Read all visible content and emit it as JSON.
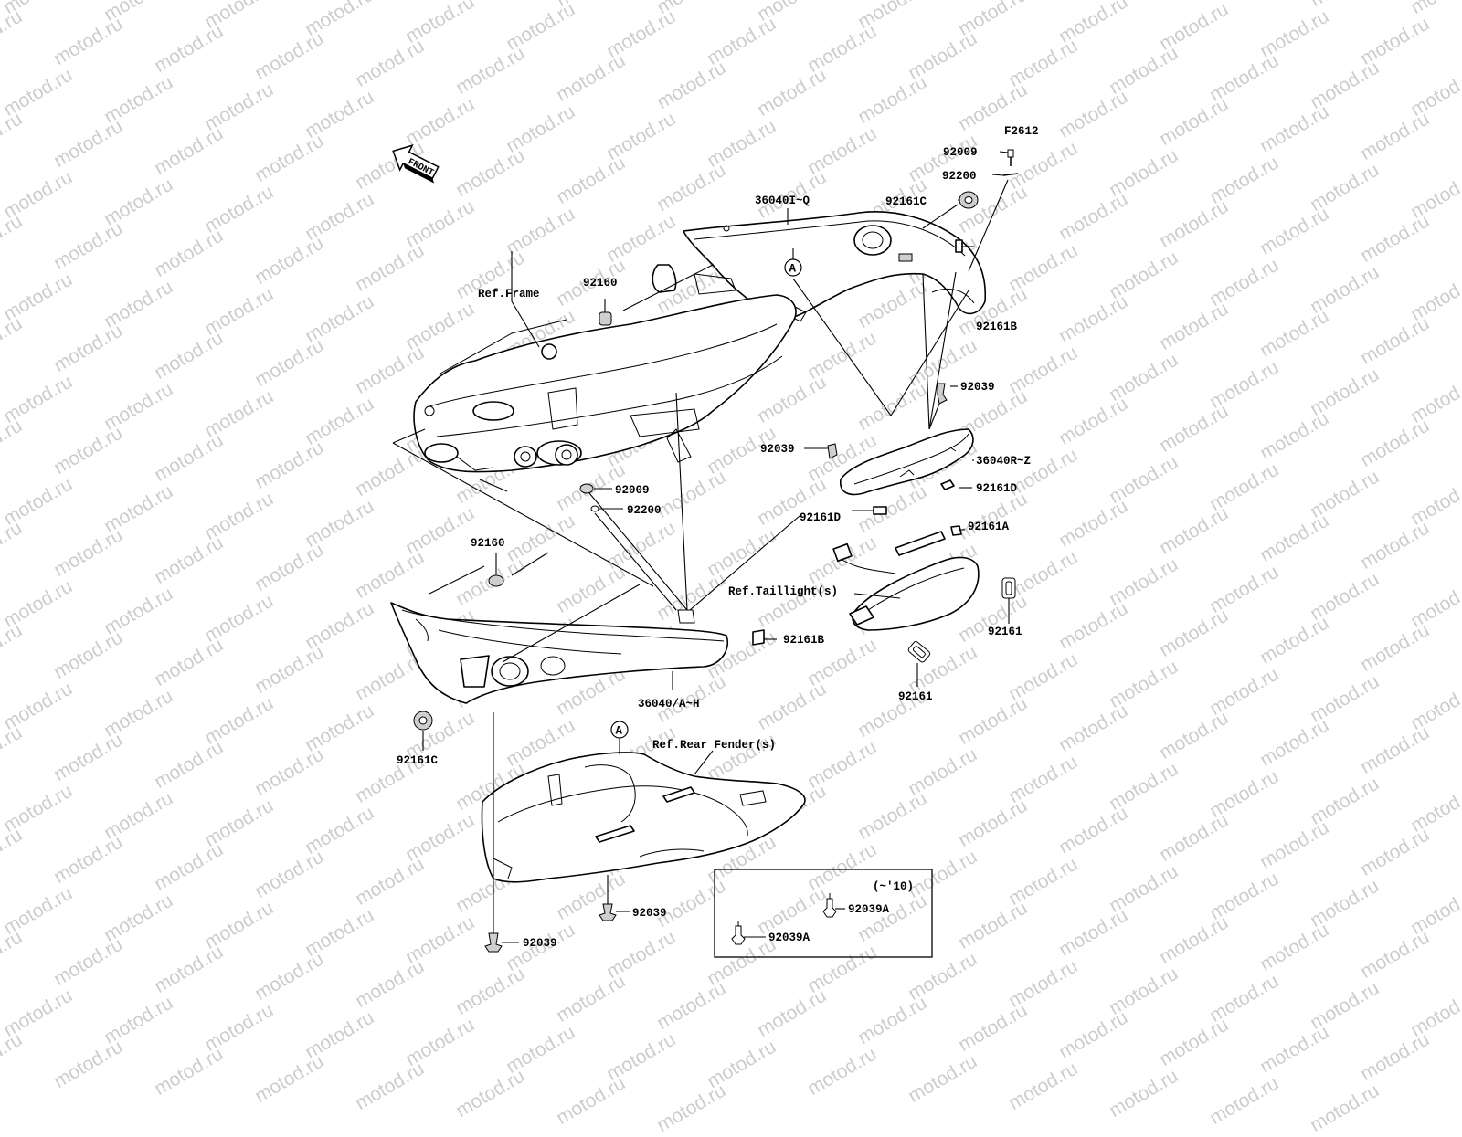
{
  "watermark": {
    "text": "motod.ru",
    "color": "#bdbdbd"
  },
  "diagram_code": "F2612",
  "front_arrow": {
    "label": "FRONT"
  },
  "refs": {
    "frame": "Ref.Frame",
    "taillight": "Ref.Taillight(s)",
    "rear_fender": "Ref.Rear Fender(s)"
  },
  "callouts": {
    "a_upper": "A",
    "a_lower": "A"
  },
  "parts": {
    "p92009_top": "92009",
    "p92200_top": "92200",
    "p92161c_top": "92161C",
    "p36040i_q": "36040I~Q",
    "p92160_top": "92160",
    "p92161b_top": "92161B",
    "p92039_r1": "92039",
    "p92039_r2": "92039",
    "p36040r_z": "36040R~Z",
    "p92161d_r": "92161D",
    "p92161d_l": "92161D",
    "p92009_mid": "92009",
    "p92200_mid": "92200",
    "p92161a": "92161A",
    "p92160_mid": "92160",
    "p92161_r": "92161",
    "p92161_b": "92161",
    "p92161b_mid": "92161B",
    "p36040_a_h": "36040/A~H",
    "p92161c_bot": "92161C",
    "p92039_bot1": "92039",
    "p92039_bot2": "92039"
  },
  "inset": {
    "note": "(~'10)",
    "p92039a_1": "92039A",
    "p92039a_2": "92039A"
  }
}
